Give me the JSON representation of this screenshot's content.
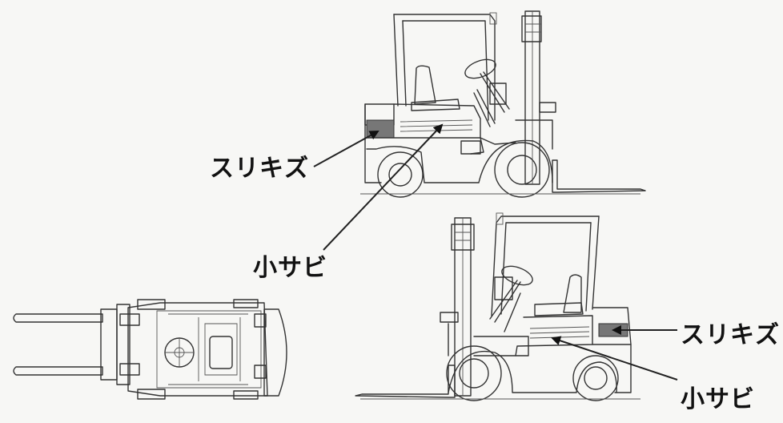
{
  "annotations": [
    {
      "id": "label_scratch_upper",
      "text": "スリキズ"
    },
    {
      "id": "label_rust_upper",
      "text": "小サビ"
    },
    {
      "id": "label_scratch_lower",
      "text": "スリキズ"
    },
    {
      "id": "label_rust_lower",
      "text": "小サビ"
    }
  ],
  "colors": {
    "line": "#333333",
    "arrow": "#111111",
    "background": "#f7f7f5"
  }
}
